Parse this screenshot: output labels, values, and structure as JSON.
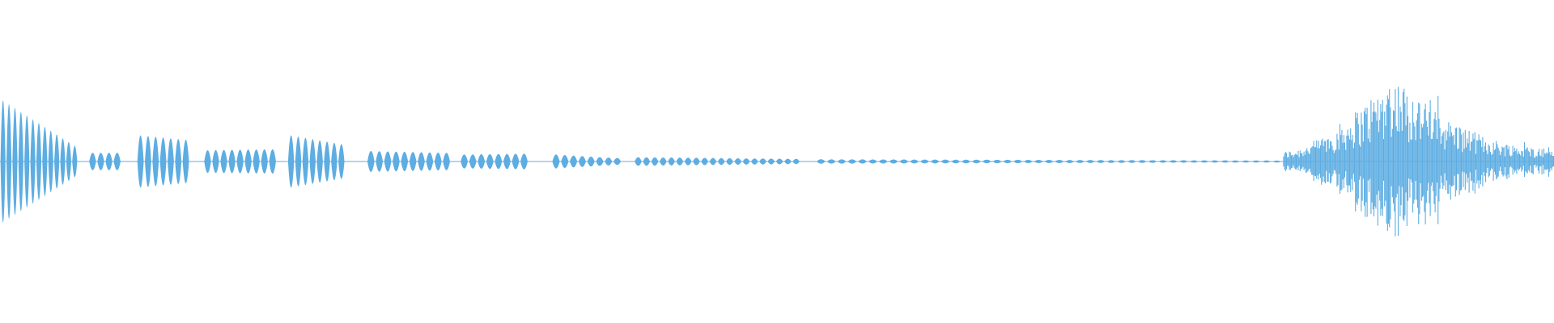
{
  "waveform": {
    "color": "#5dade2",
    "background": "#ffffff",
    "regions": [
      {
        "name": "opening-tone-train",
        "type": "pulse-train",
        "start": 0.0,
        "end": 0.05,
        "count": 13,
        "amp_start": 0.7,
        "amp_end": 0.18
      },
      {
        "name": "small-pulses-1",
        "type": "pulse-train",
        "start": 0.057,
        "end": 0.078,
        "count": 4,
        "amp_start": 0.1,
        "amp_end": 0.1
      },
      {
        "name": "tone-burst-1",
        "type": "pulse-train",
        "start": 0.088,
        "end": 0.122,
        "count": 7,
        "amp_start": 0.3,
        "amp_end": 0.25
      },
      {
        "name": "small-pulses-2",
        "type": "pulse-train",
        "start": 0.131,
        "end": 0.178,
        "count": 9,
        "amp_start": 0.13,
        "amp_end": 0.14
      },
      {
        "name": "tone-burst-2",
        "type": "pulse-train",
        "start": 0.185,
        "end": 0.222,
        "count": 8,
        "amp_start": 0.3,
        "amp_end": 0.2
      },
      {
        "name": "small-pulses-3",
        "type": "pulse-train",
        "start": 0.236,
        "end": 0.29,
        "count": 10,
        "amp_start": 0.12,
        "amp_end": 0.1
      },
      {
        "name": "small-pulses-4",
        "type": "pulse-train",
        "start": 0.296,
        "end": 0.34,
        "count": 8,
        "amp_start": 0.08,
        "amp_end": 0.09
      },
      {
        "name": "small-pulses-5",
        "type": "pulse-train",
        "start": 0.355,
        "end": 0.4,
        "count": 8,
        "amp_start": 0.08,
        "amp_end": 0.04
      },
      {
        "name": "fade-pulses",
        "type": "pulse-train",
        "start": 0.408,
        "end": 0.515,
        "count": 20,
        "amp_start": 0.05,
        "amp_end": 0.03
      },
      {
        "name": "tail-pulses",
        "type": "pulse-train",
        "start": 0.525,
        "end": 0.825,
        "count": 45,
        "amp_start": 0.025,
        "amp_end": 0.012
      },
      {
        "name": "noise-burst",
        "type": "noise",
        "start": 0.826,
        "end": 1.0,
        "peak_at": 0.895,
        "amp_peak": 1.0,
        "amp_floor": 0.12
      }
    ]
  }
}
